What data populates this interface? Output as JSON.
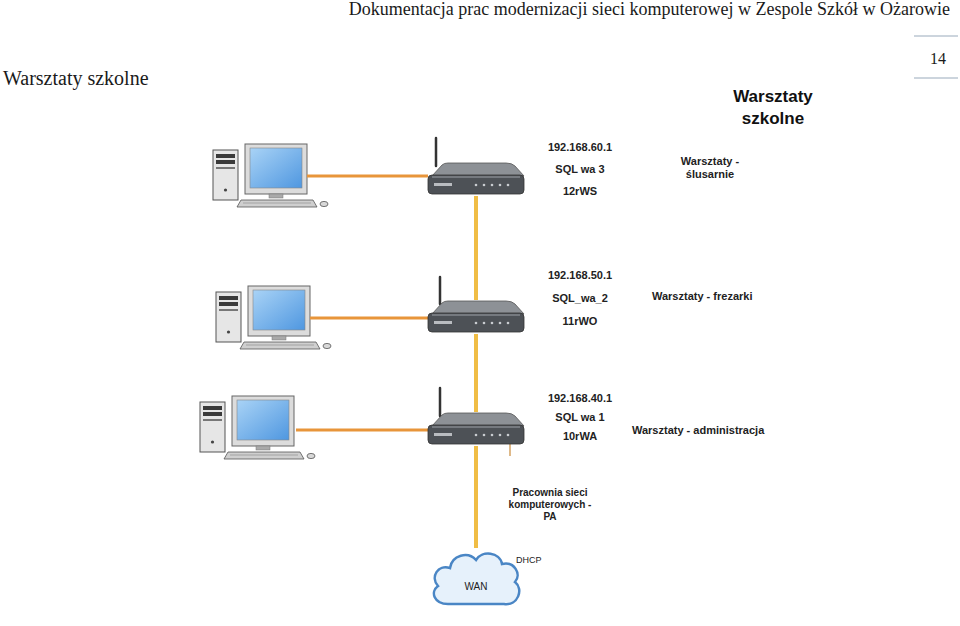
{
  "diagram": {
    "title": "Warsztaty szkolne",
    "nodes": [
      {
        "text": [
          "192.168.60.1",
          "SQL wa 3",
          "12rWS"
        ]
      },
      {
        "text": [
          "192.168.50.1",
          "SQL_wa_2",
          "11rWO"
        ]
      },
      {
        "text": [
          "192.168.40.1",
          "SQL wa 1",
          "10rWA"
        ]
      },
      {
        "text": [
          "WAN"
        ]
      }
    ],
    "edges": [
      {
        "from": 0,
        "to": 1,
        "arrow": "none"
      },
      {
        "from": 1,
        "to": 2,
        "arrow": "none"
      },
      {
        "from": 2,
        "to": 3,
        "arrow": "none",
        "label": "Pracownia sieci komputerowych - PA"
      }
    ],
    "labels": [
      "Dokumentacja prac modernizacji sieci komputerowej w Zespole Szkół w Ożarowie",
      "14",
      "Warsztaty szkolne",
      "Warsztaty - ślusarnie",
      "Warsztaty - frezarki",
      "Warsztaty - administracja",
      "DHCP"
    ]
  }
}
